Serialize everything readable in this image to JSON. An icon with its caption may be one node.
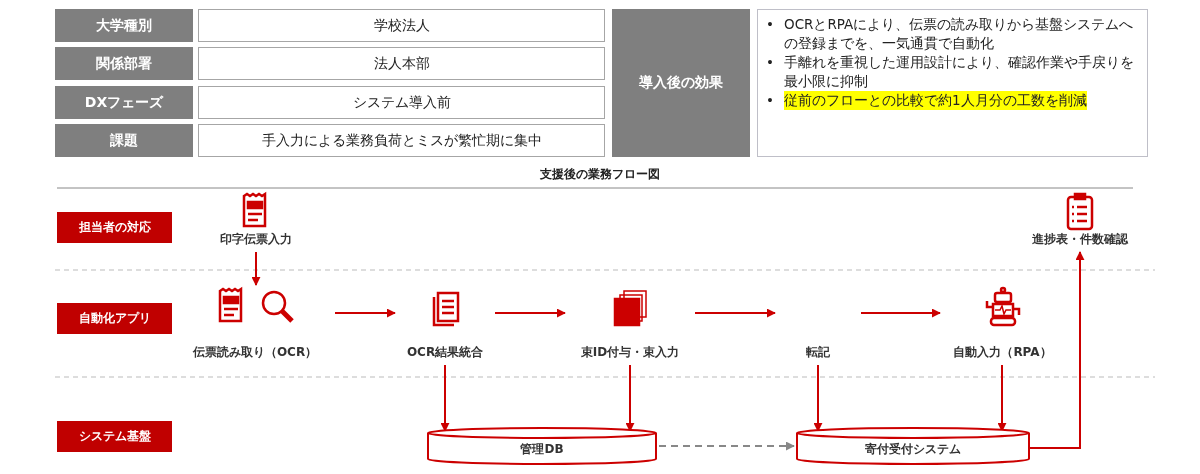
{
  "diagram": {
    "title": "支援後の業務フロー図",
    "nodes": [
      {
        "text": [
          "担当者の対応"
        ]
      },
      {
        "text": [
          "印字伝票入力"
        ]
      },
      {
        "text": [
          "進捗表・件数確認"
        ]
      },
      {
        "text": [
          "自動化アプリ"
        ]
      },
      {
        "text": [
          "伝票読み取り（OCR）"
        ]
      },
      {
        "text": [
          "OCR結果統合"
        ]
      },
      {
        "text": [
          "束ID付与・束入力"
        ]
      },
      {
        "text": [
          "転記"
        ]
      },
      {
        "text": [
          "自動入力（RPA）"
        ]
      },
      {
        "text": [
          "システム基盤"
        ]
      },
      {
        "text": [
          "管理DB"
        ]
      },
      {
        "text": [
          "寄付受付システム"
        ]
      }
    ],
    "edges": [
      {
        "from": 1,
        "to": 4,
        "arrow": "to"
      },
      {
        "from": 4,
        "to": 5,
        "arrow": "to"
      },
      {
        "from": 5,
        "to": 6,
        "arrow": "to"
      },
      {
        "from": 6,
        "to": 7,
        "arrow": "to"
      },
      {
        "from": 7,
        "to": 8,
        "arrow": "to"
      },
      {
        "from": 5,
        "to": 10,
        "arrow": "to"
      },
      {
        "from": 6,
        "to": 10,
        "arrow": "to"
      },
      {
        "from": 7,
        "to": 11,
        "arrow": "to"
      },
      {
        "from": 8,
        "to": 11,
        "arrow": "to"
      },
      {
        "from": 10,
        "to": 11,
        "arrow": "to",
        "style": "dashed",
        "color": "#888888"
      },
      {
        "from": 11,
        "to": 2,
        "arrow": "to"
      }
    ],
    "labels": [
      "大学種別",
      "学校法人",
      "関係部署",
      "法人本部",
      "DXフェーズ",
      "システム導入前",
      "課題",
      "手入力による業務負荷とミスが繁忙期に集中",
      "導入後の効果",
      "•",
      "OCRとRPAにより、伝票の読み取りから基盤システムへの登録までを、一気通貫で自動化",
      "•",
      "手離れを重視した運用設計により、確認作業や手戻りを最小限に抑制",
      "•",
      "従前のフローとの比較で約1人月分の工数を削減"
    ]
  }
}
